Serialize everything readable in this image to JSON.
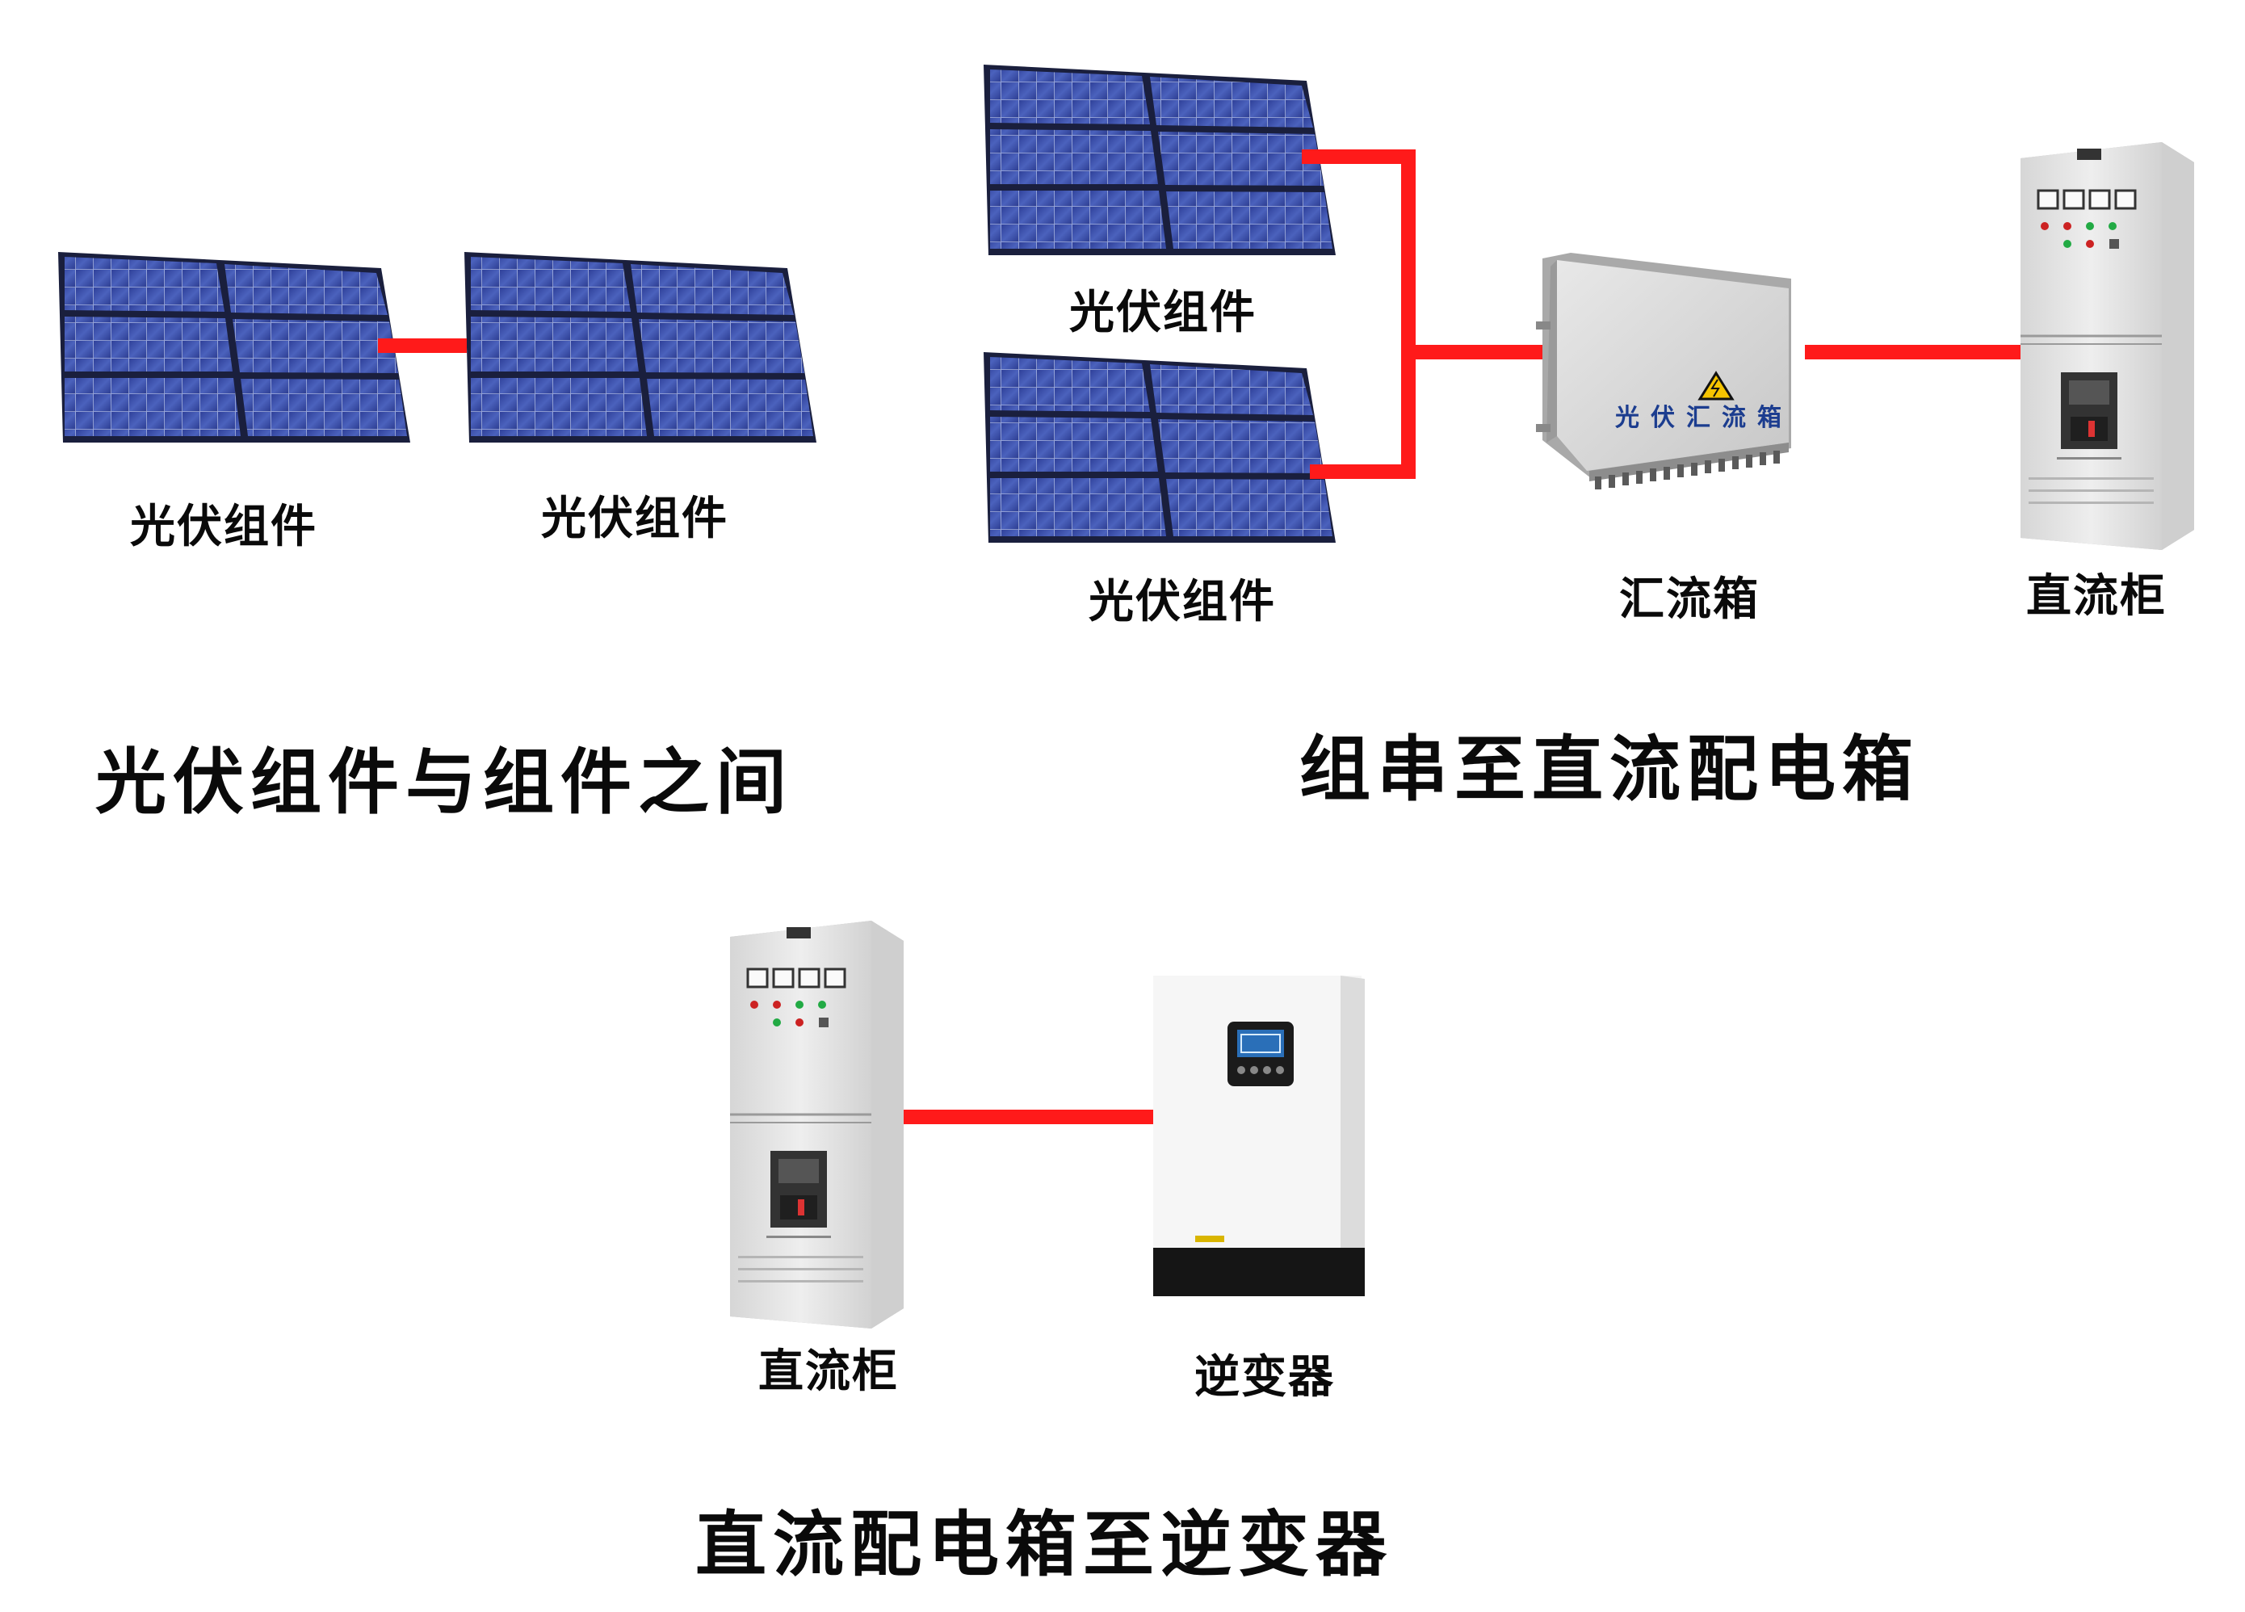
{
  "labels": {
    "panel_pair_left": "光伏组件",
    "panel_pair_right": "光伏组件",
    "panel_top": "光伏组件",
    "panel_bottom": "光伏组件",
    "combiner_box": "汇流箱",
    "dc_cabinet_top": "直流柜",
    "dc_cabinet_bottom": "直流柜",
    "inverter": "逆变器",
    "combiner_box_plate": "光伏汇流箱"
  },
  "captions": {
    "section_1": "光伏组件与组件之间",
    "section_2": "组串至直流配电箱",
    "section_3": "直流配电箱至逆变器"
  },
  "colors": {
    "cable": "#ff1a1a",
    "panel_cell": "#3b4fa6",
    "panel_grid": "#c9d3ee",
    "cabinet": "#e3e3e3",
    "inverter_body": "#f6f6f6",
    "inverter_base": "#151515"
  }
}
